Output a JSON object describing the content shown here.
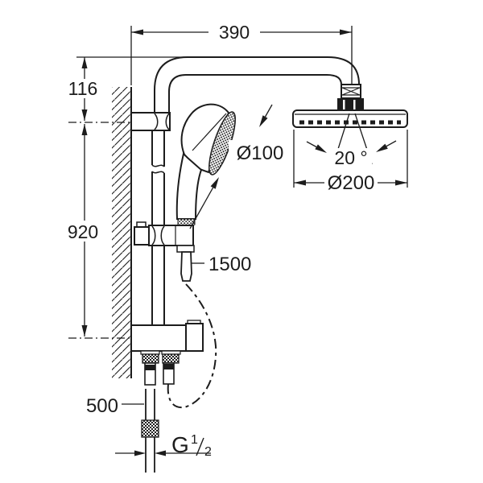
{
  "drawing": {
    "type": "technical-dimension-drawing",
    "subject": "shower-system-with-head-and-hand-shower",
    "colors": {
      "line": "#1c1c1c",
      "background": "#ffffff"
    },
    "labels": {
      "width_top": "390",
      "height_upper": "116",
      "height_rail": "920",
      "hand_shower_diameter": "Ø100",
      "head_shower_angle": "20 °",
      "head_shower_diameter": "Ø200",
      "hose_length": "1500",
      "inlet_height": "500",
      "thread": {
        "prefix": "G",
        "numerator": "1",
        "denominator": "2"
      }
    }
  }
}
